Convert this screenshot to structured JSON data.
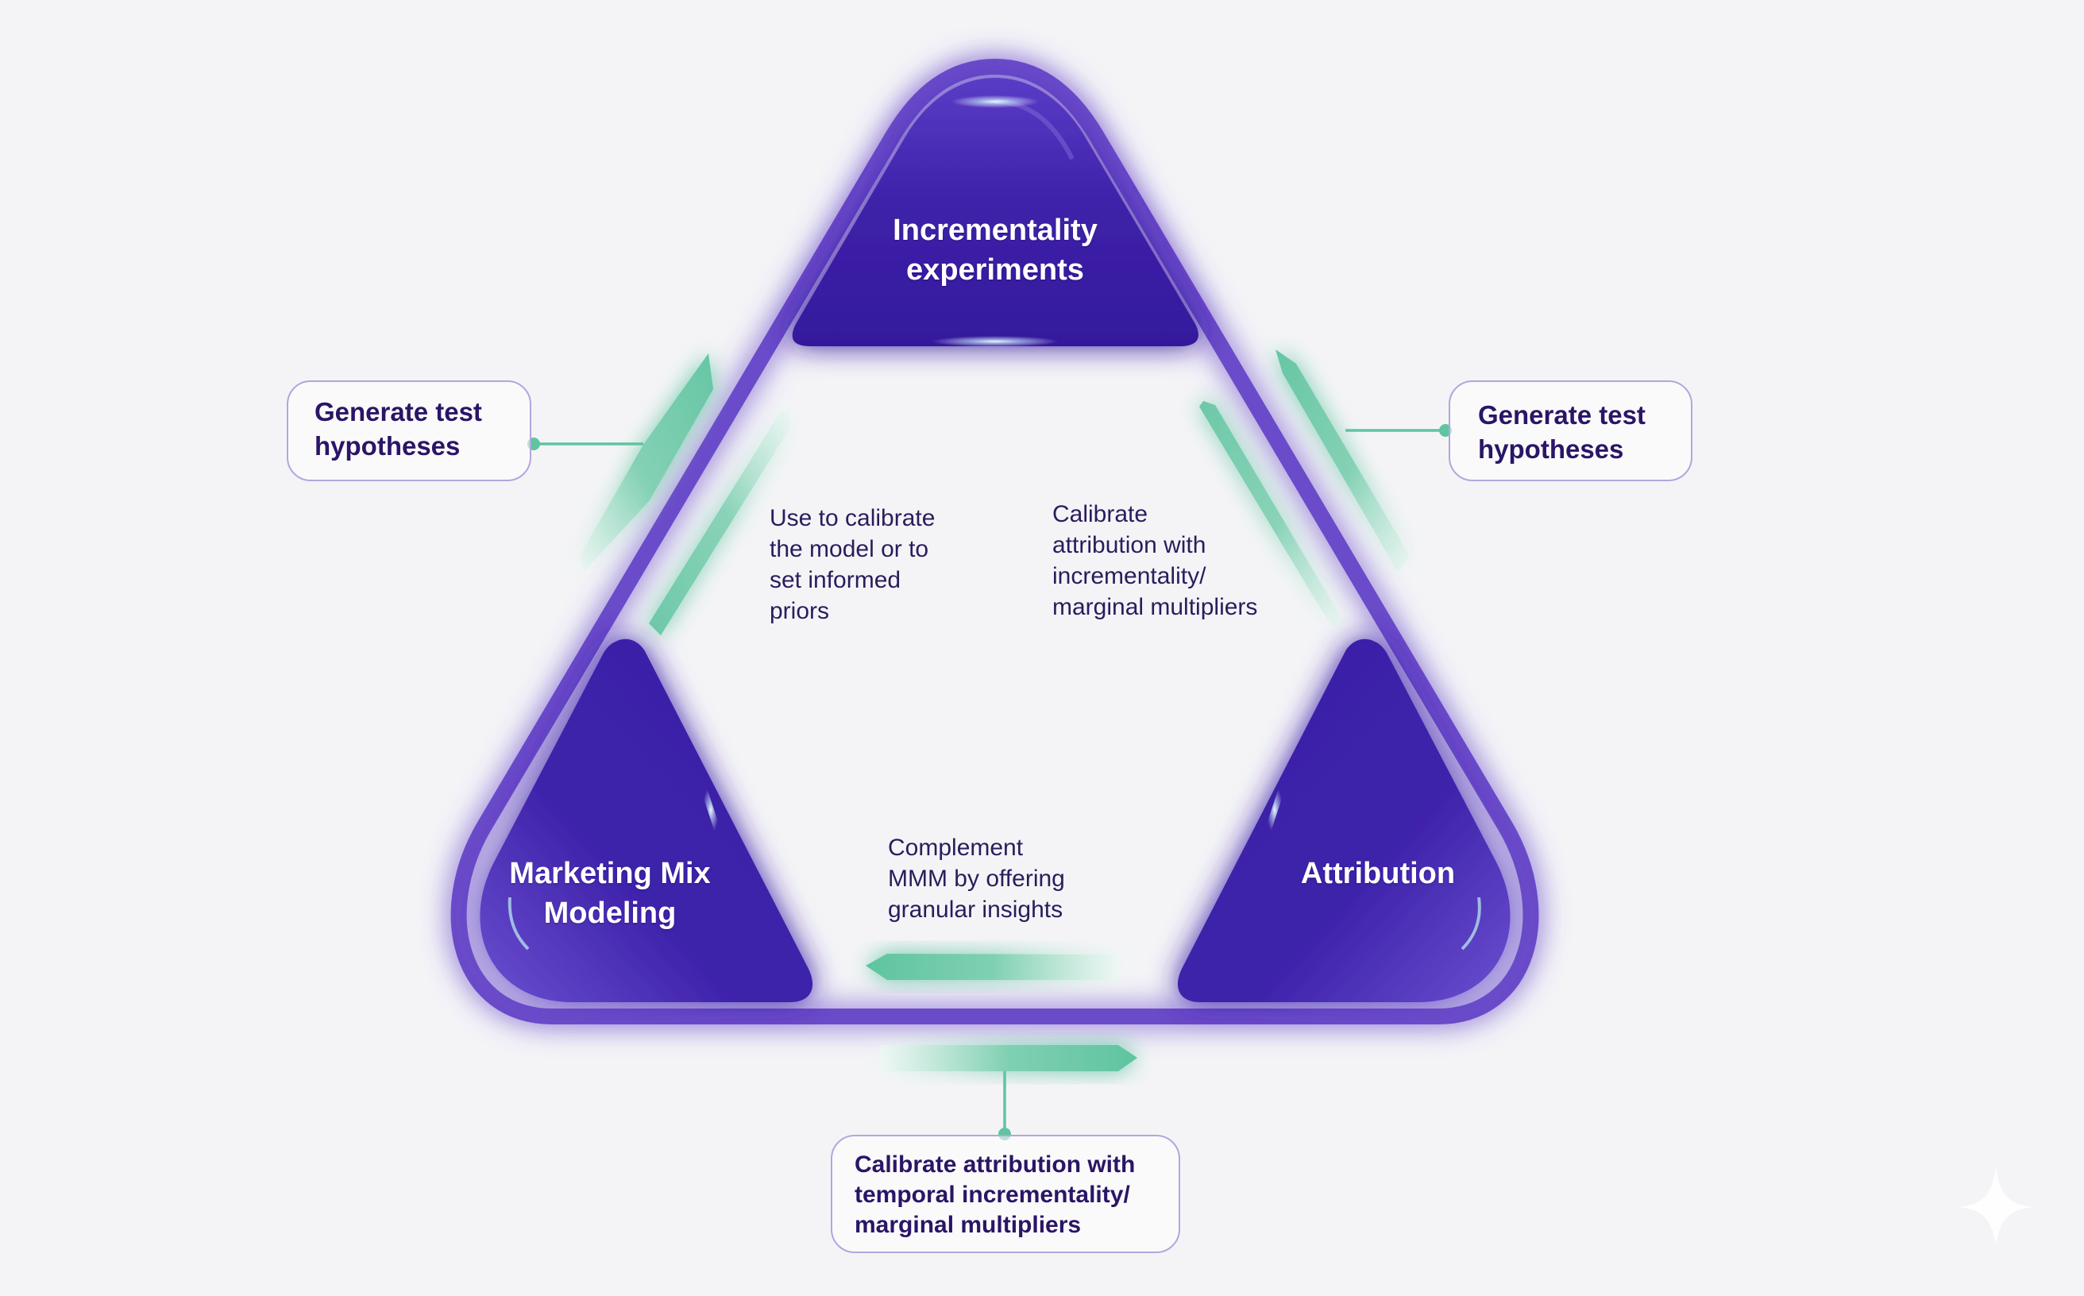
{
  "nodes": {
    "top": {
      "label": "Incrementality\nexperiments"
    },
    "bottom_left": {
      "label": "Marketing Mix\nModeling"
    },
    "bottom_right": {
      "label": "Attribution"
    }
  },
  "edge_notes": {
    "left": "Use to calibrate\nthe model or to\nset informed\npriors",
    "right": "Calibrate\nattribution with\nincrementality/\nmarginal multipliers",
    "bottom": "Complement\nMMM by offering\ngranular insights"
  },
  "callouts": {
    "left": "Generate test\nhypotheses",
    "right": "Generate test\nhypotheses",
    "bottom": "Calibrate attribution with\ntemporal incrementality/\nmarginal multipliers"
  },
  "colors": {
    "primary_purple": "#3d1fa3",
    "frame_purple": "#6a4bc9",
    "accent_green": "#5fc4a0",
    "text_dark": "#2a1566",
    "background": "#f4f4f7"
  },
  "icons": {
    "watermark": "sparkle-icon"
  }
}
